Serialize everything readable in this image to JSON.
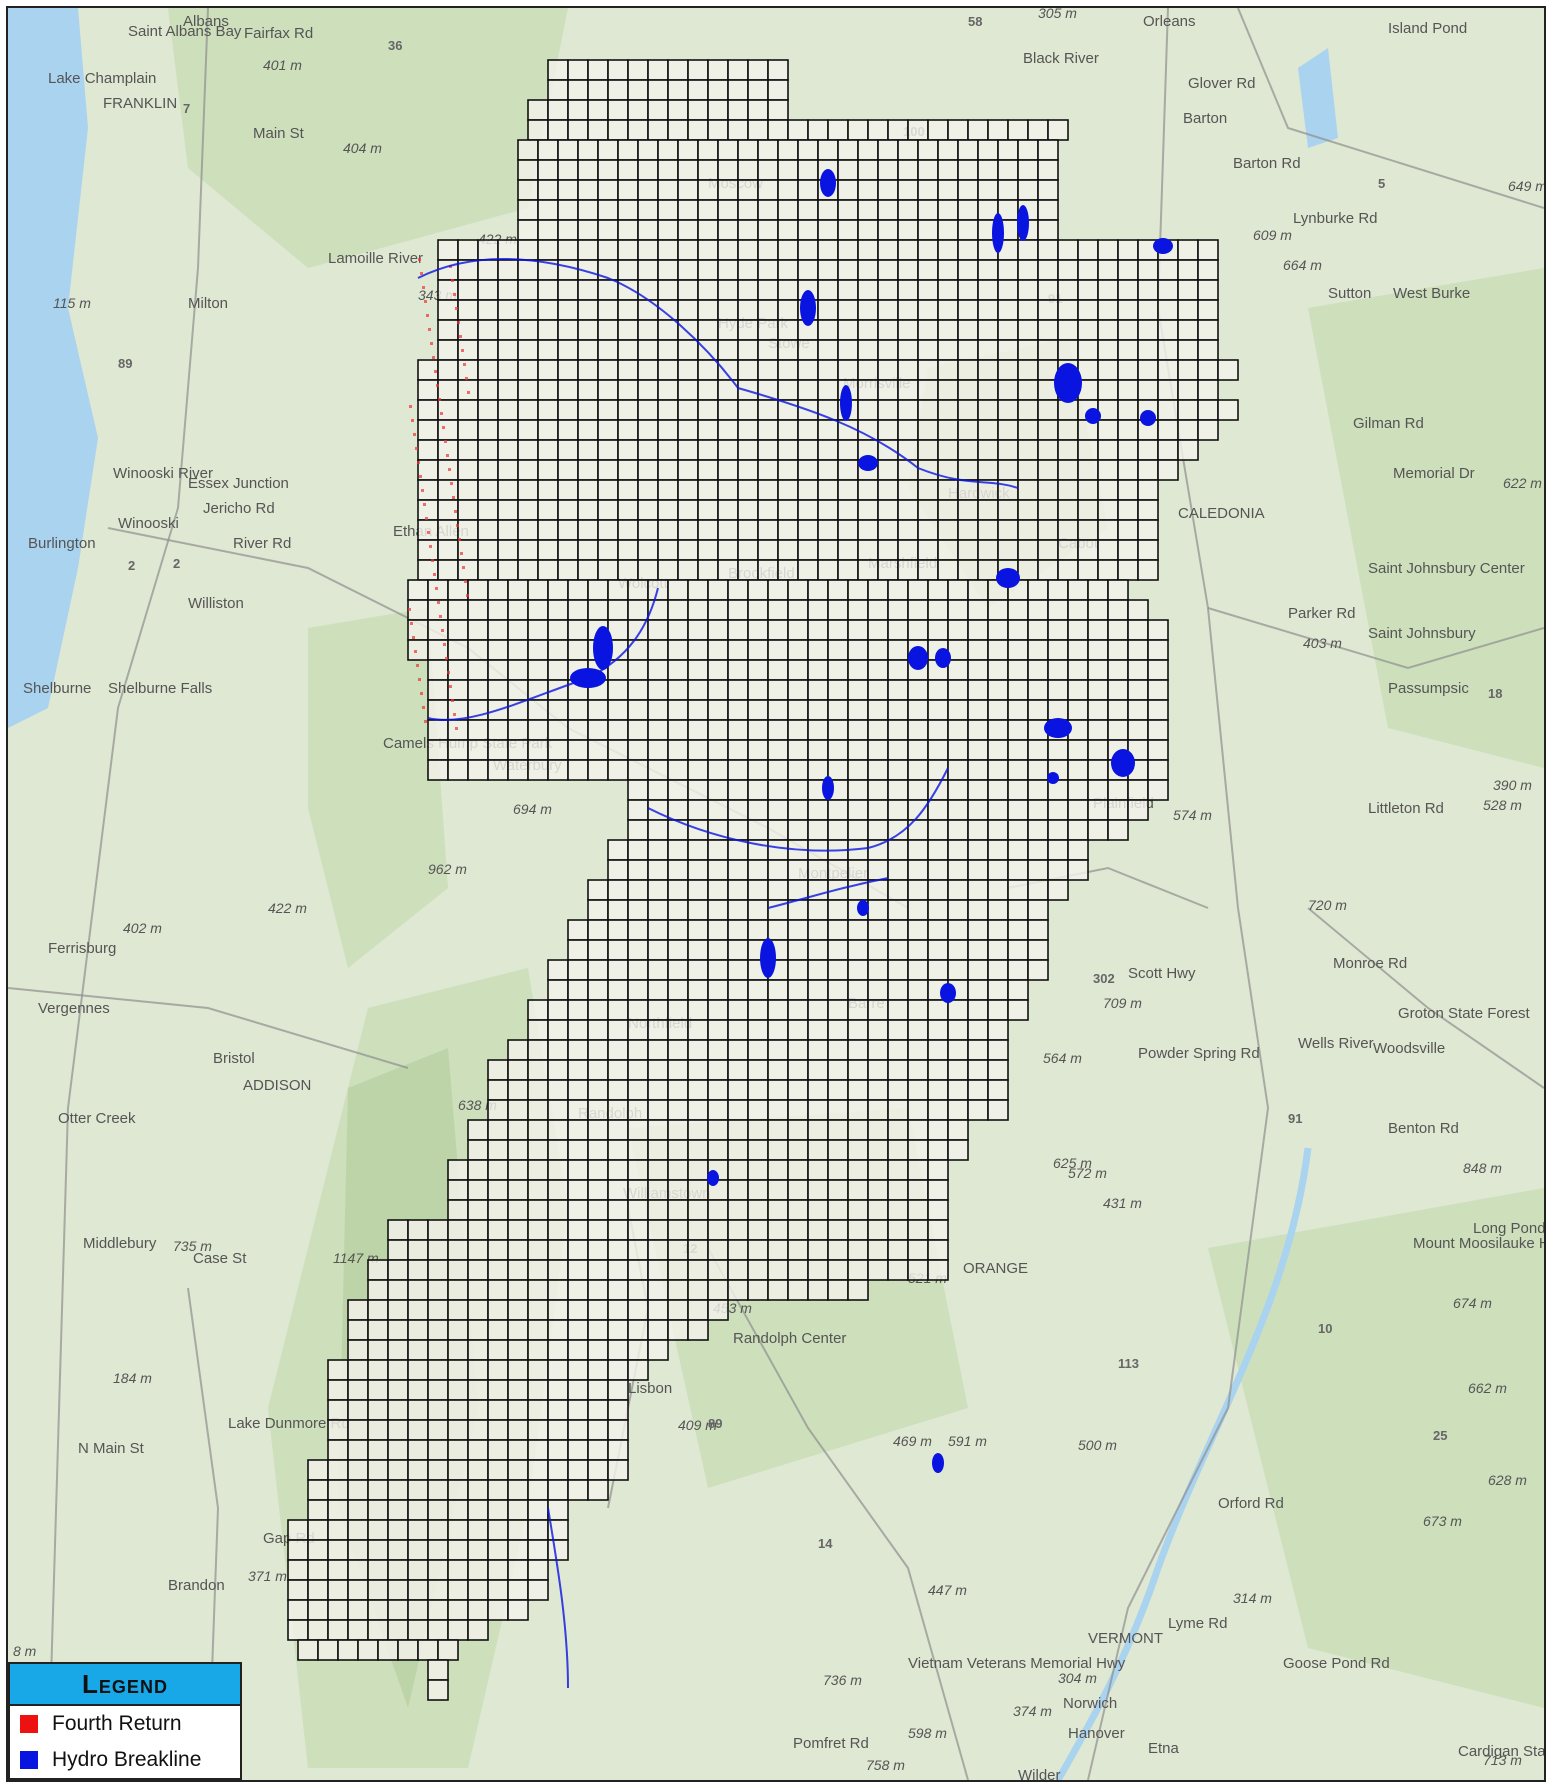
{
  "legend": {
    "title": "Legend",
    "items": [
      {
        "label": "Fourth Return",
        "color": "#ee1111"
      },
      {
        "label": "Hydro Breakline",
        "color": "#0a14e0"
      }
    ]
  },
  "map": {
    "colors": {
      "base": "#dfe8d2",
      "forest": "#c9dcb6",
      "forest_dark": "#b6cfa1",
      "water": "#a9d3ef",
      "grid": "#111111",
      "grid_fill": "#f3f1ea",
      "hydro": "#0a14e0",
      "fourth_return": "#ee3333",
      "road": "#8f8f8f",
      "label": "#555555"
    },
    "places": [
      "Albans",
      "Saint Albans Bay",
      "Lake Champlain",
      "FRANKLIN",
      "Milton",
      "Essex Junction",
      "Winooski",
      "Burlington",
      "Williston",
      "Shelburne",
      "Shelburne Falls",
      "Ferrisburg",
      "Vergennes",
      "Bristol",
      "ADDISON",
      "Middlebury",
      "Brandon",
      "Orleans",
      "Island Pond",
      "Barton",
      "Sutton",
      "West Burke",
      "CALEDONIA",
      "Saint Johnsbury Center",
      "Saint Johnsbury",
      "Passumpsic",
      "Wells River",
      "Woodsville",
      "ORANGE",
      "Randolph Center",
      "VERMONT",
      "Norwich",
      "Hanover",
      "Etna",
      "Wilder",
      "Cardigan State Park",
      "Waterbury",
      "Camels Hump State Park",
      "Ethan Allen",
      "Hyde Park",
      "Jericho Rd",
      "River Rd",
      "Main St",
      "Fairfax Rd",
      "Barton Rd",
      "Lynburke Rd",
      "Glover Rd",
      "Gilman Rd",
      "Memorial Dr",
      "Parker Rd",
      "Littleton Rd",
      "Scott Hwy",
      "Powder Spring Rd",
      "Monroe Rd",
      "Benton Rd",
      "Mount Moosilauke Hwy",
      "Long Pond Rd",
      "Orford Rd",
      "Goose Pond Rd",
      "Lyme Rd",
      "Vietnam Veterans Memorial Hwy",
      "Pomfret Rd",
      "Case St",
      "N Main St",
      "Lake Dunmore Rd",
      "Gap Rd",
      "Otter Creek",
      "Lamoille River",
      "Winooski River",
      "Black River",
      "Northfield",
      "Montpelier",
      "Barre",
      "Morrisville",
      "Hardwick",
      "Plainfield",
      "Groton State Forest",
      "Lisbon",
      "Randolph",
      "Williamstown",
      "Brookfield",
      "Marshfield",
      "Cabot",
      "Wolcott",
      "Moscow",
      "Stowe",
      "Hyde Park"
    ],
    "elevations": [
      "401 m",
      "404 m",
      "422 m",
      "343 m",
      "115 m",
      "305 m",
      "609 m",
      "664 m",
      "649 m",
      "622 m",
      "403 m",
      "390 m",
      "528 m",
      "574 m",
      "720 m",
      "709 m",
      "564 m",
      "625 m",
      "572 m",
      "431 m",
      "848 m",
      "674 m",
      "662 m",
      "628 m",
      "673 m",
      "314 m",
      "304 m",
      "374 m",
      "713 m",
      "598 m",
      "758 m",
      "736 m",
      "447 m",
      "469 m",
      "591 m",
      "500 m",
      "521 m",
      "453 m",
      "409 m",
      "184 m",
      "371 m",
      "735 m",
      "1147 m",
      "638 m",
      "962 m",
      "694 m",
      "422 m",
      "402 m",
      "8 m"
    ],
    "routes": [
      "36",
      "58",
      "7",
      "89",
      "2",
      "91",
      "5",
      "100",
      "302",
      "12",
      "89",
      "10",
      "25",
      "113",
      "14",
      "91",
      "18",
      "2"
    ]
  }
}
